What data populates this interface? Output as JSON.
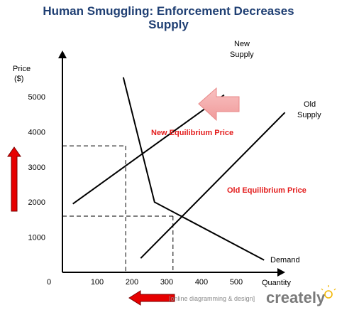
{
  "chart_data": {
    "type": "line",
    "title_line1": "Human Smuggling: Enforcement Decreases",
    "title_line2": "Supply",
    "ylabel_line1": "Price",
    "ylabel_line2": "($)",
    "xlabel": "Quantity",
    "xlim": [
      0,
      620
    ],
    "ylim": [
      0,
      6000
    ],
    "x_ticks": [
      100,
      200,
      300,
      400,
      500
    ],
    "y_ticks": [
      1000,
      2000,
      3000,
      4000,
      5000
    ],
    "origin_label": "0",
    "series": [
      {
        "name": "New Supply",
        "label_line1": "New",
        "label_line2": "Supply",
        "points": [
          [
            30,
            1950
          ],
          [
            465,
            5050
          ]
        ]
      },
      {
        "name": "Old Supply",
        "label_line1": "Old",
        "label_line2": "Supply",
        "points": [
          [
            225,
            400
          ],
          [
            640,
            4550
          ]
        ]
      },
      {
        "name": "Demand",
        "points": [
          [
            175,
            5550
          ],
          [
            265,
            2000
          ],
          [
            580,
            350
          ]
        ]
      }
    ],
    "equilibria": [
      {
        "label": "New Equilibrium Price",
        "x": 182,
        "y": 3600
      },
      {
        "label": "Old Equilibrium Price",
        "x": 318,
        "y": 1600
      }
    ],
    "annotation_color": "#e31b1b"
  },
  "watermark": {
    "small_text": "[online diagramming & design]",
    "brand": "creately"
  }
}
